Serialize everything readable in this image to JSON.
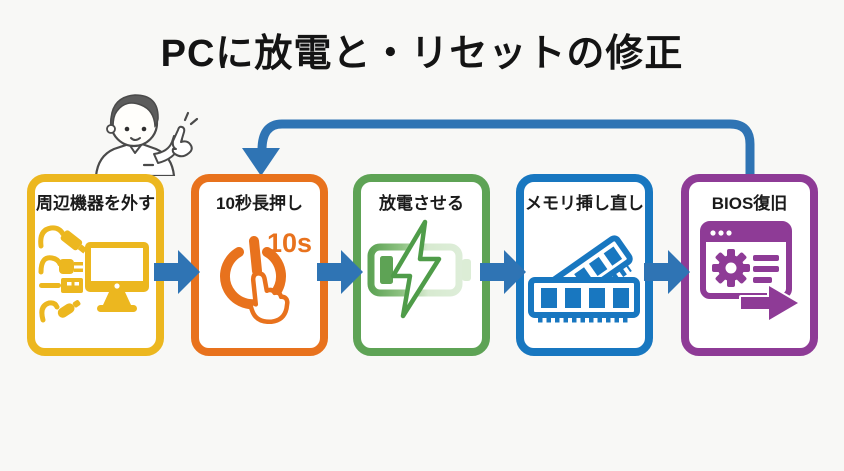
{
  "title": "PCに放電と・リセットの修正",
  "steps": [
    {
      "label": "周辺機器を外す",
      "color": "#ECB71F",
      "icon": "unplug-cables-monitor-icon"
    },
    {
      "label": "10秒長押し",
      "color": "#E8721D",
      "icon": "power-button-hold-icon",
      "badge": "10s"
    },
    {
      "label": "放電させる",
      "color": "#5EA355",
      "icon": "battery-discharge-icon"
    },
    {
      "label": "メモリ挿し直し",
      "color": "#1877C0",
      "icon": "memory-modules-icon"
    },
    {
      "label": "BIOS復旧",
      "color": "#8E3B96",
      "icon": "bios-recovery-icon"
    }
  ],
  "flow": {
    "sequence": [
      "周辺機器を外す",
      "10秒長押し",
      "放電させる",
      "メモリ挿し直し",
      "BIOS復旧"
    ],
    "loop_back": {
      "from": "BIOS復旧",
      "to": "10秒長押し"
    },
    "arrow_color": "#2F74B4"
  },
  "colors": {
    "background": "#F8F8F6",
    "title_text": "#141414",
    "box_fill": "#FFFFFF",
    "battery_light_green": "#D7EAD0"
  },
  "illustration": "pointing-man"
}
